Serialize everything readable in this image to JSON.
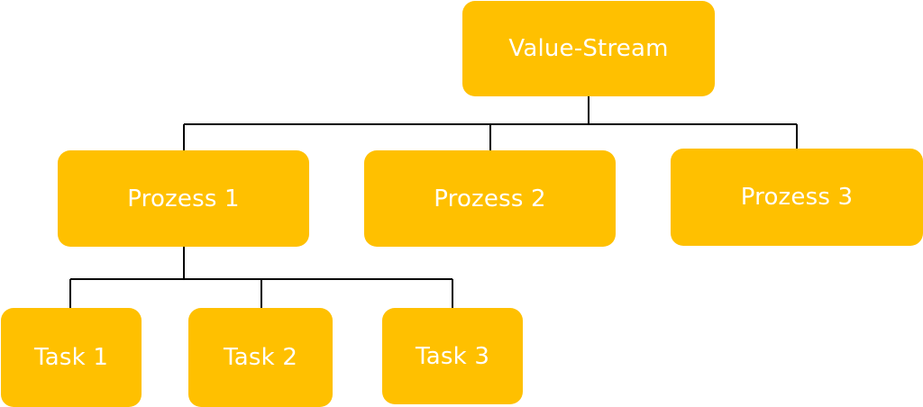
{
  "diagram": {
    "root": {
      "label": "Value-Stream"
    },
    "processes": [
      {
        "label": "Prozess 1"
      },
      {
        "label": "Prozess 2"
      },
      {
        "label": "Prozess 3"
      }
    ],
    "tasks": [
      {
        "label": "Task 1"
      },
      {
        "label": "Task 2"
      },
      {
        "label": "Task 3"
      }
    ],
    "colors": {
      "node_fill": "#FFC000",
      "node_text": "#FFFFFF",
      "connector": "#000000"
    }
  }
}
